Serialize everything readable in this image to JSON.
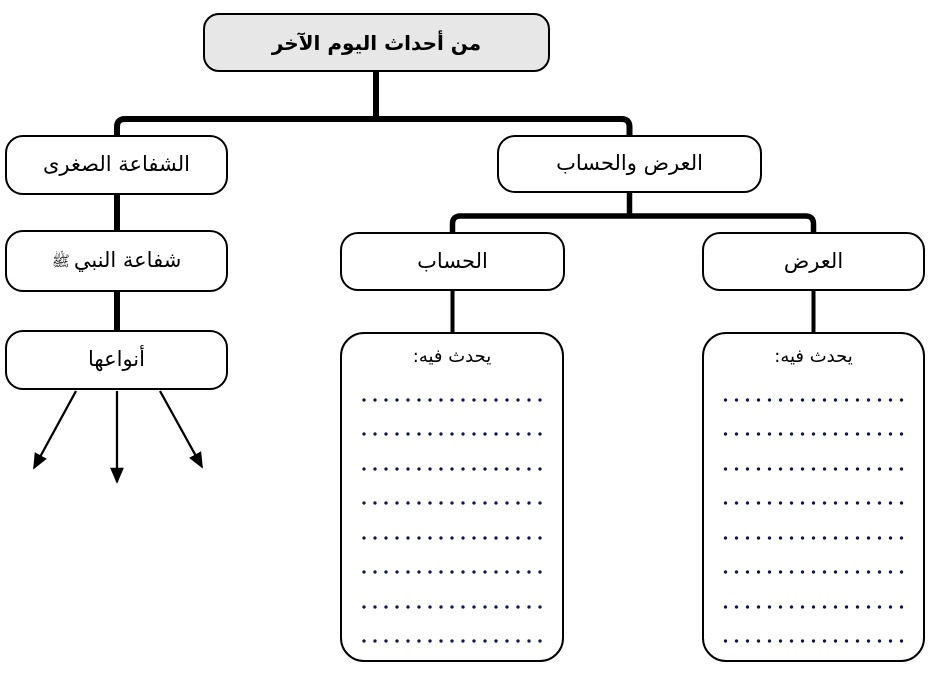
{
  "diagram": {
    "root": {
      "label": "من أحداث اليوم الآخر"
    },
    "left_branch": {
      "minor_intercession": {
        "label": "الشفاعة الصغرى"
      },
      "prophet_intercession": {
        "label": "شفاعة النبي",
        "honorific": "ﷺ"
      },
      "its_types": {
        "label": "أنواعها"
      }
    },
    "right_branch": {
      "presentation_and_reckoning": {
        "label": "العرض والحساب"
      },
      "children": [
        {
          "label": "الحساب"
        },
        {
          "label": "العرض"
        }
      ]
    },
    "answer_boxes": {
      "header": "يحدث فيه:",
      "dotted_lines_count": 8
    },
    "colors": {
      "root_fill": "#e7e7e7",
      "border": "#000000",
      "dot": "#15154d"
    },
    "arrows_below_types": 3
  }
}
